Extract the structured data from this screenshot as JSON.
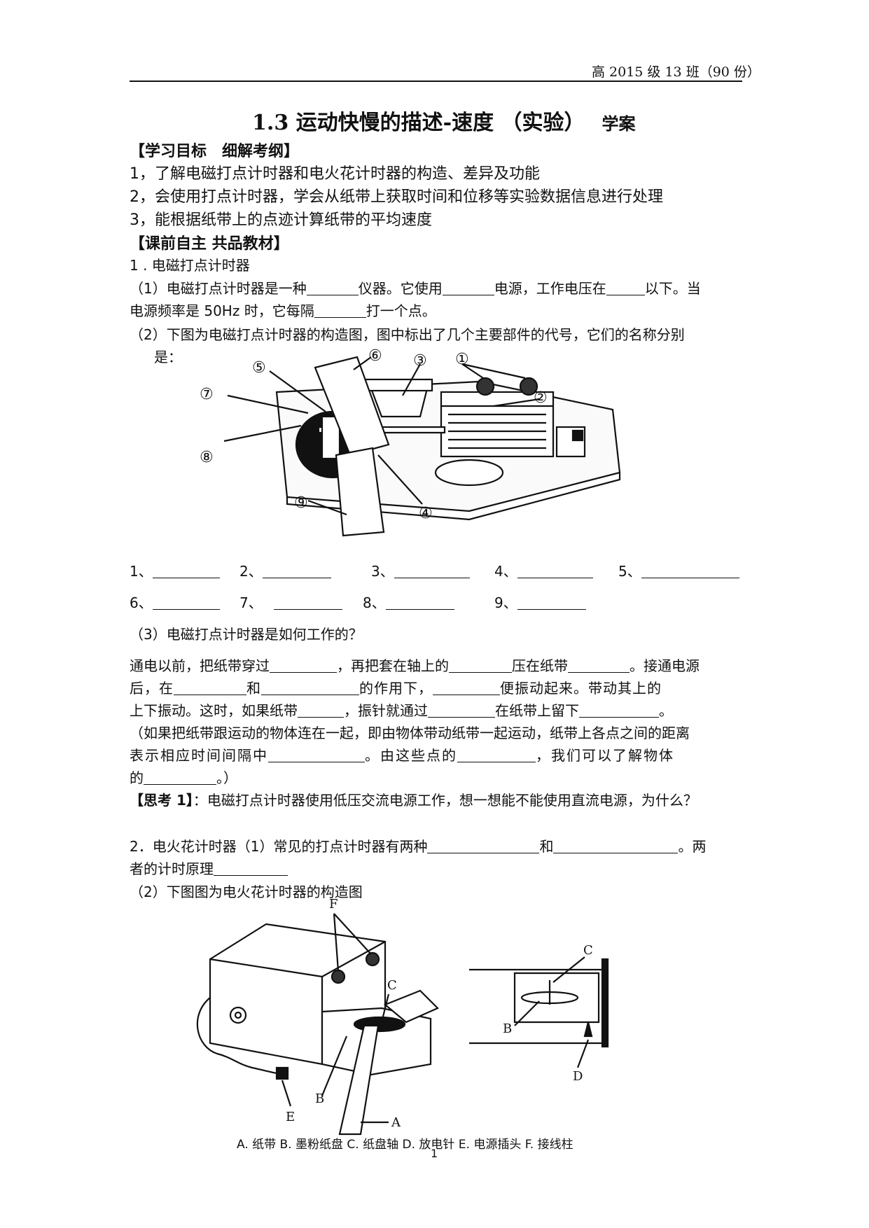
{
  "header": {
    "class_info": "高 2015 级 13 班（90 份）"
  },
  "title": {
    "main": "1.3  运动快慢的描述-速度  （实验）",
    "suffix": "学案"
  },
  "goals": {
    "heading": "【学习目标　细解考纲】",
    "items": [
      "1，了解电磁打点计时器和电火花计时器的构造、差异及功能",
      "2，会使用打点计时器，学会从纸带上获取时间和位移等实验数据信息进行处理",
      "3，能根据纸带上的点迹计算纸带的平均速度"
    ]
  },
  "preclass": {
    "heading": "【课前自主 共品教材】",
    "s1_title": "1 . 电磁打点计时器",
    "s1_p1a": "（1）电磁打点计时器是一种",
    "s1_p1b": "仪器。它使用",
    "s1_p1c": "电源，工作电压在",
    "s1_p1d": "以下。当",
    "s1_p1e": "电源频率是 50Hz 时，它每隔",
    "s1_p1f": "打一个点。",
    "s1_p2a": "（2）下图为电磁打点计时器的构造图，图中标出了几个主要部件的代号，它们的名称分别",
    "s1_p2b": "是：",
    "parts": [
      "1、",
      "2、",
      "3、",
      "4、",
      "5、",
      "6、",
      "7、",
      "8、",
      "9、"
    ],
    "figure1_labels": [
      "①",
      "②",
      "③",
      "④",
      "⑤",
      "⑥",
      "⑦",
      "⑧",
      "⑨"
    ],
    "s1_p3": "（3）电磁打点计时器是如何工作的？",
    "w1a": "通电以前，把纸带穿过",
    "w1b": "，再把套在轴上的",
    "w1c": "压在纸带",
    "w1d": "。接通电源",
    "w2a": "后，在",
    "w2b": "和",
    "w2c": "的作用下，",
    "w2d": "便振动起来。带动其上的",
    "w3a": "上下振动。这时，如果纸带",
    "w3b": "，振针就通过",
    "w3c": "在纸带上留下",
    "w3d": "。",
    "w4": "（如果把纸带跟运动的物体连在一起，即由物体带动纸带一起运动，纸带上各点之间的距离",
    "w5a": "表示相应时间间隔中",
    "w5b": "。由这些点的",
    "w5c": "，我们可以了解物体",
    "w6a": "的",
    "w6b": "。）",
    "think_label": "【思考 1】",
    "think_text": "：电磁打点计时器使用低压交流电源工作，想一想能不能使用直流电源，为什么？",
    "s2a": "2．电火花计时器（1）常见的打点计时器有两种",
    "s2b": "和",
    "s2c": "。两",
    "s2d": "者的计时原理",
    "s2e": "（2）下图图为电火花计时器的构造图",
    "figure2_labels": [
      "F",
      "C",
      "B",
      "A",
      "E",
      "C",
      "B",
      "D"
    ],
    "figure2_caption": "A. 纸带   B. 墨粉纸盘   C. 纸盘轴   D. 放电针   E. 电源插头   F. 接线柱"
  },
  "page_number": "1"
}
